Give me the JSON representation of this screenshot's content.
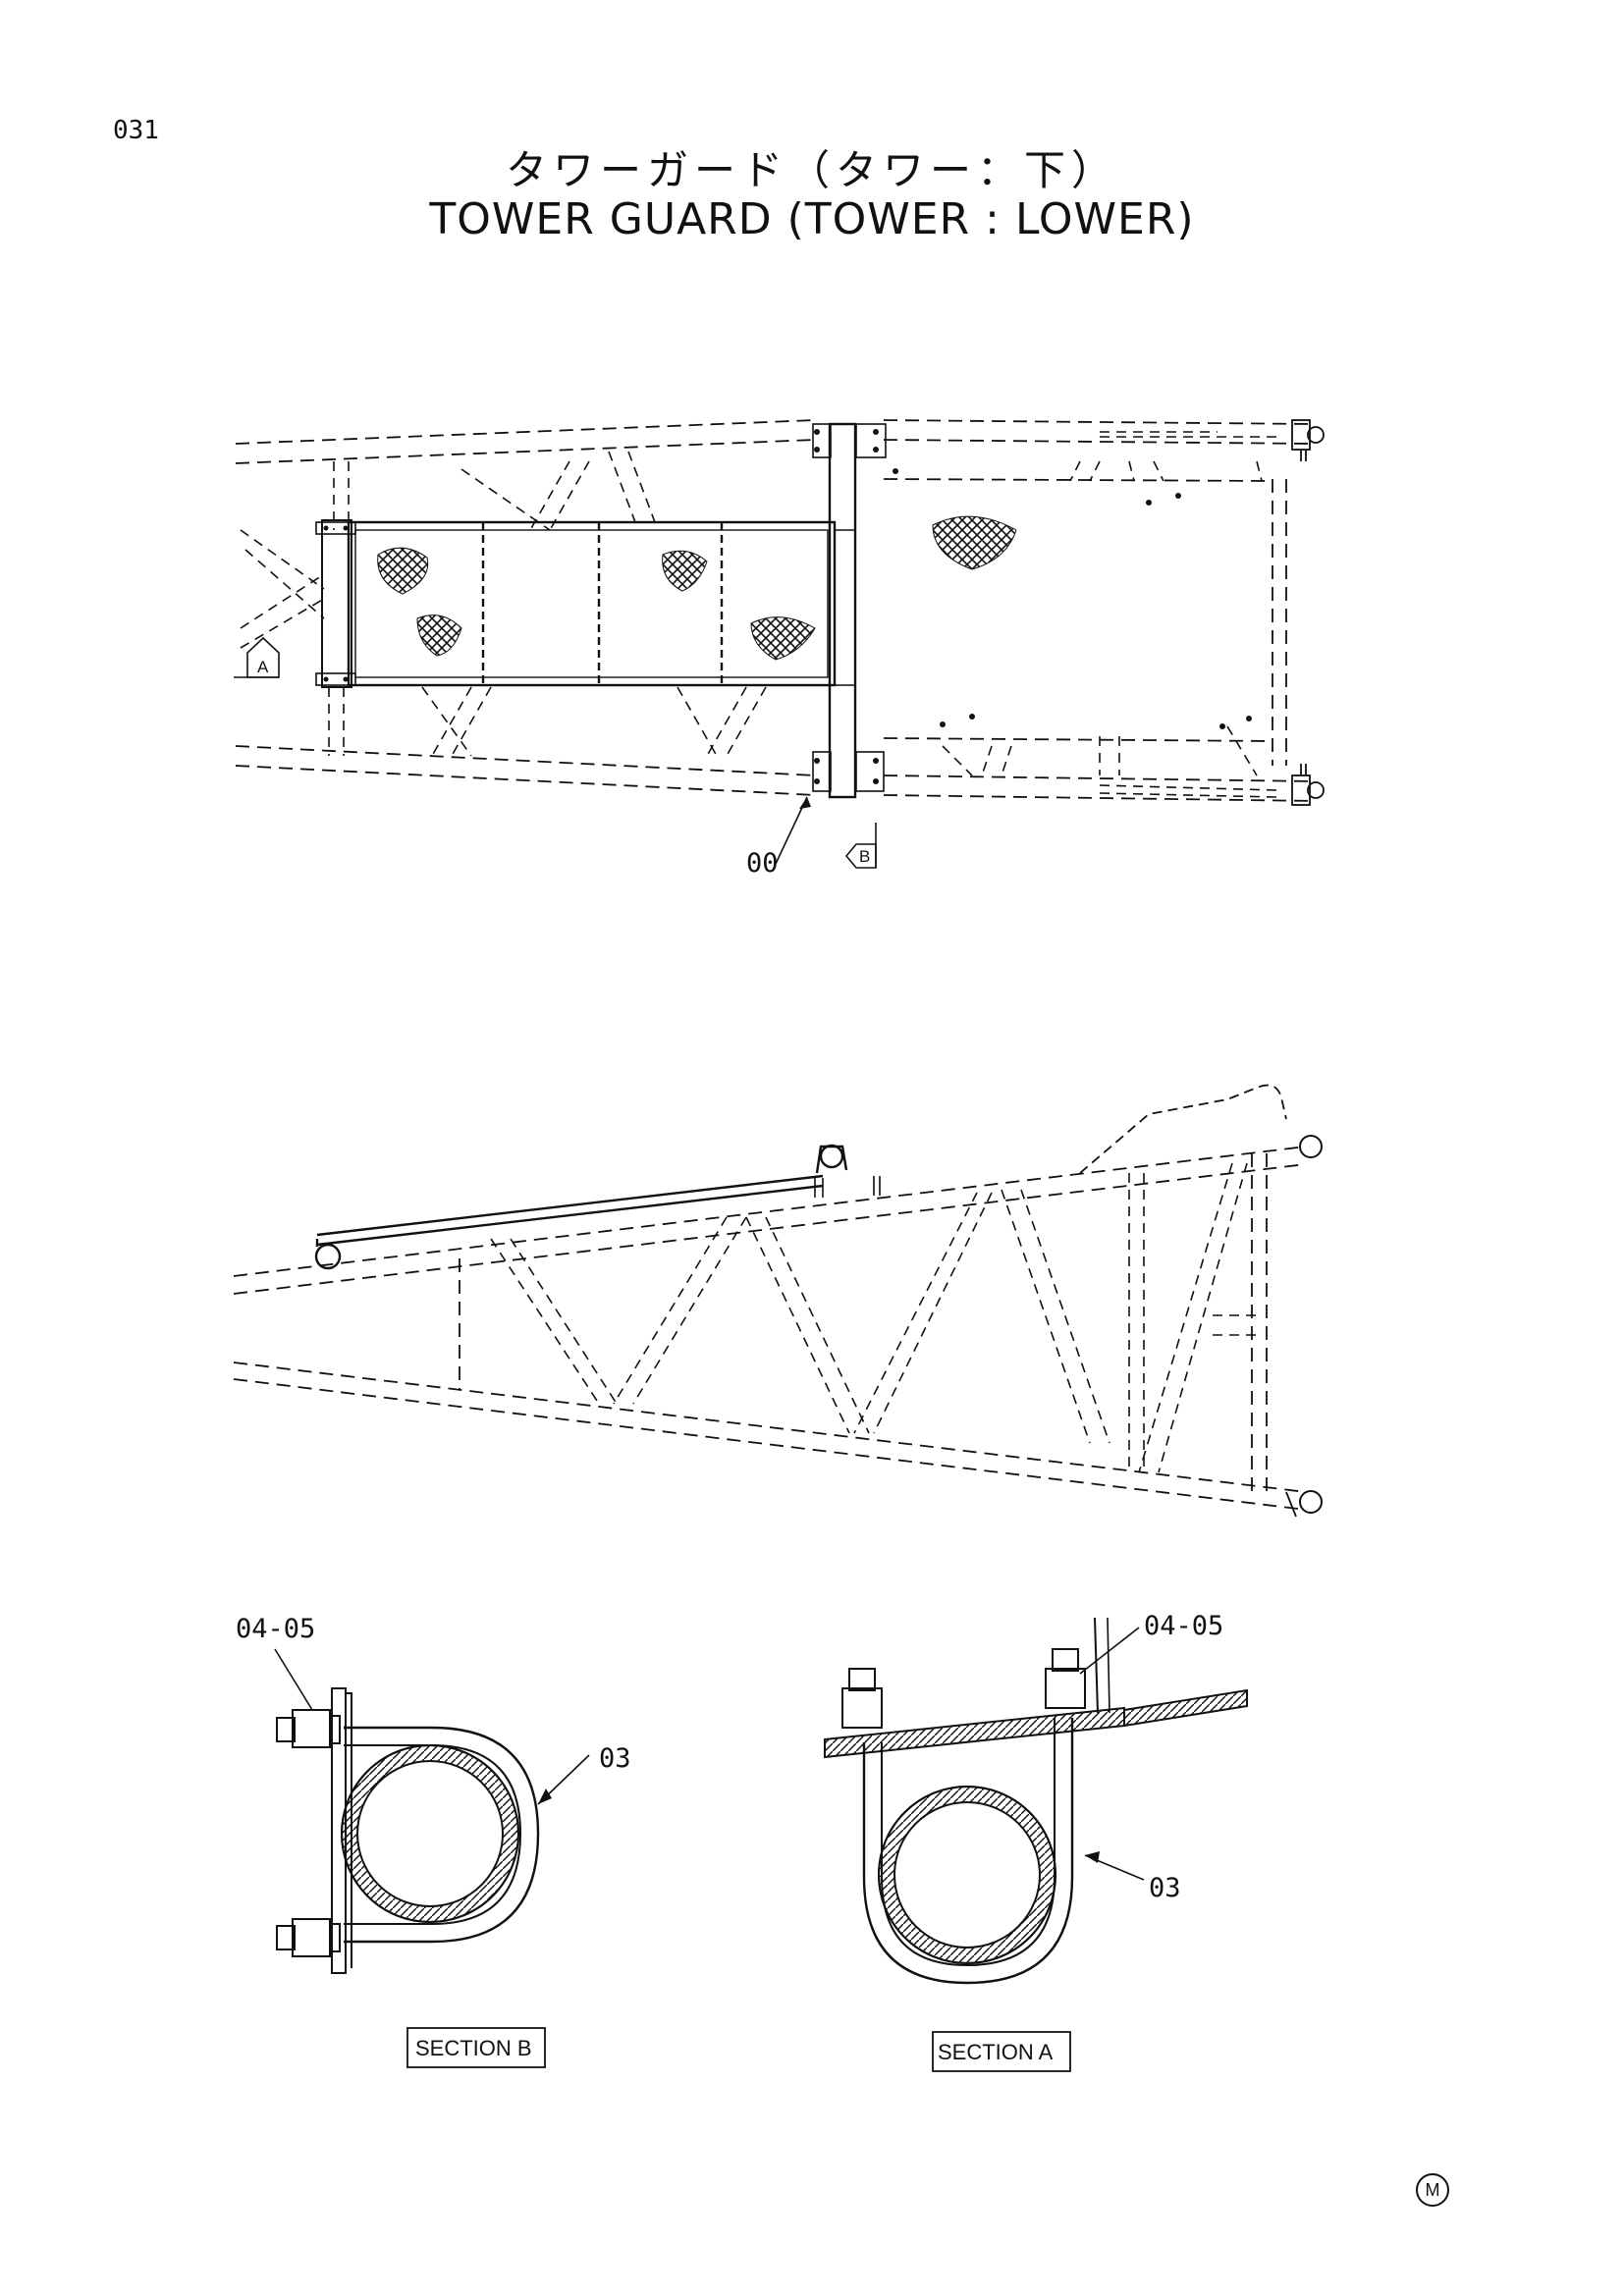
{
  "page_number": "031",
  "title": {
    "japanese": "タワーガード（タワー：下）",
    "english": "TOWER GUARD (TOWER : LOWER)"
  },
  "callouts": {
    "part_00": "00",
    "part_03_b": "03",
    "part_03_a": "03",
    "part_04_05_b": "04-05",
    "part_04_05_a": "04-05"
  },
  "view_markers": {
    "a": "A",
    "b": "B"
  },
  "sections": {
    "b_label": "SECTION B",
    "a_label": "SECTION A"
  },
  "footer_mark": "M"
}
